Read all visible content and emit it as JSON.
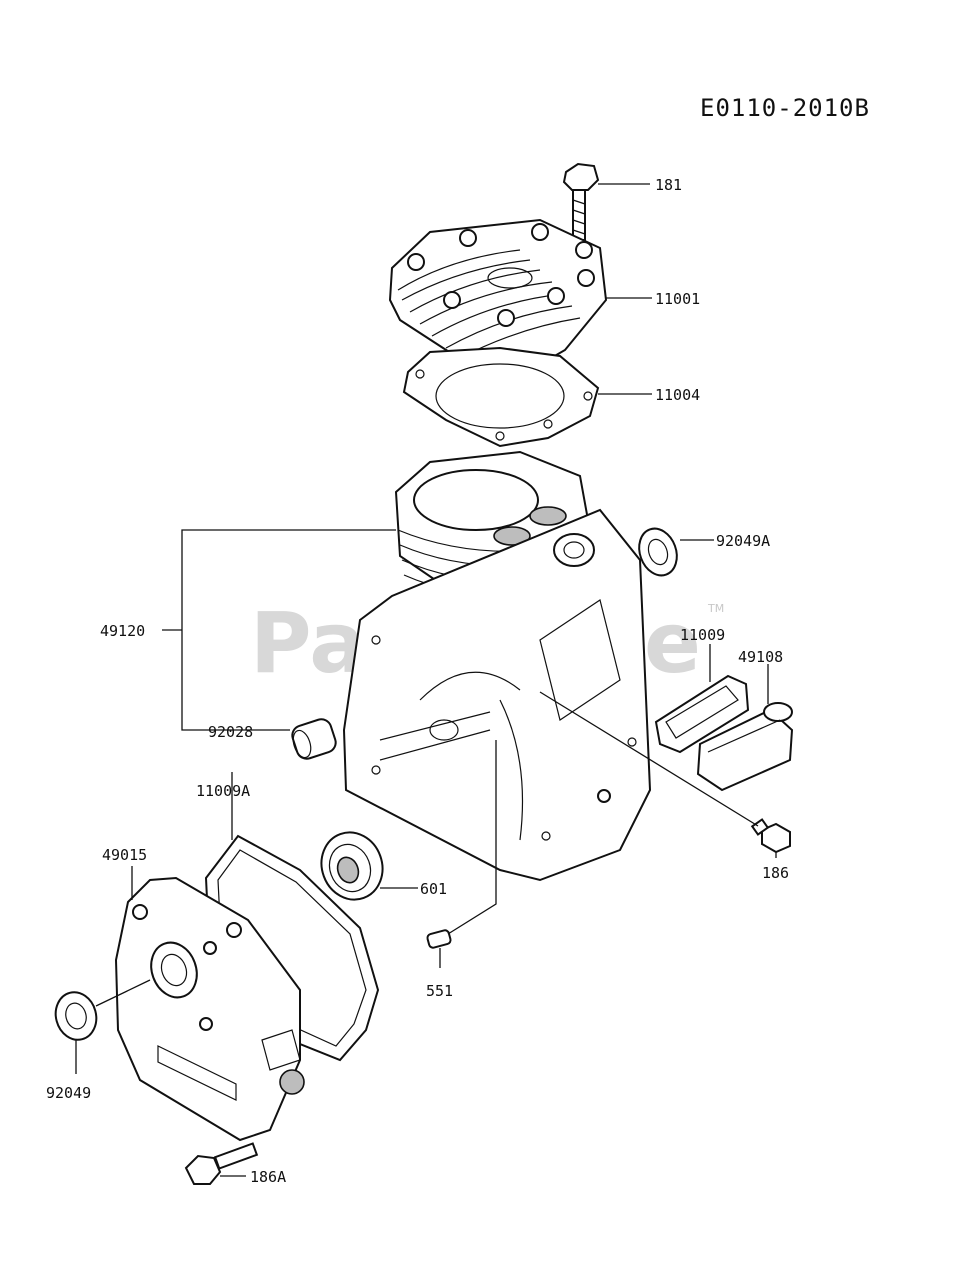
{
  "diagram": {
    "code": "E0110-2010B",
    "watermark": "PartsTree",
    "watermark_tm": "TM",
    "parts": [
      {
        "id": "181",
        "label": "181"
      },
      {
        "id": "11001",
        "label": "11001"
      },
      {
        "id": "11004",
        "label": "11004"
      },
      {
        "id": "92049A",
        "label": "92049A"
      },
      {
        "id": "49120",
        "label": "49120"
      },
      {
        "id": "11009",
        "label": "11009"
      },
      {
        "id": "49108",
        "label": "49108"
      },
      {
        "id": "92028",
        "label": "92028"
      },
      {
        "id": "186",
        "label": "186"
      },
      {
        "id": "11009A",
        "label": "11009A"
      },
      {
        "id": "49015",
        "label": "49015"
      },
      {
        "id": "601",
        "label": "601"
      },
      {
        "id": "551",
        "label": "551"
      },
      {
        "id": "92049",
        "label": "92049"
      },
      {
        "id": "186A",
        "label": "186A"
      }
    ]
  }
}
